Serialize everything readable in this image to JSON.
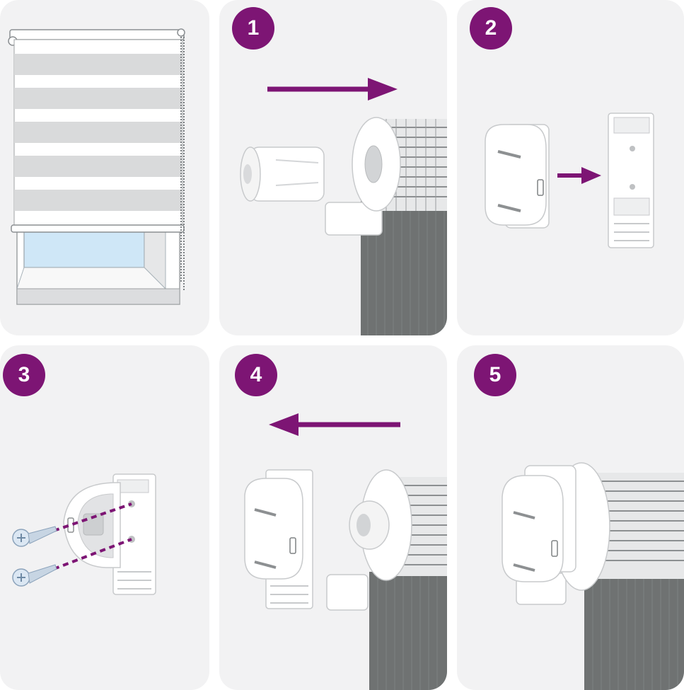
{
  "steps": [
    {
      "number": "1"
    },
    {
      "number": "2"
    },
    {
      "number": "3"
    },
    {
      "number": "4"
    },
    {
      "number": "5"
    }
  ],
  "colors": {
    "accent": "#7d1574",
    "panel_bg": "#f2f2f3",
    "fabric": "#6f7272",
    "part": "#ffffff",
    "glass": "#cfe7f7"
  },
  "icons": {
    "overview": "roller-blind-on-window",
    "screw": "screw-icon",
    "arrow_right": "arrow-right-icon",
    "arrow_left": "arrow-left-icon"
  }
}
